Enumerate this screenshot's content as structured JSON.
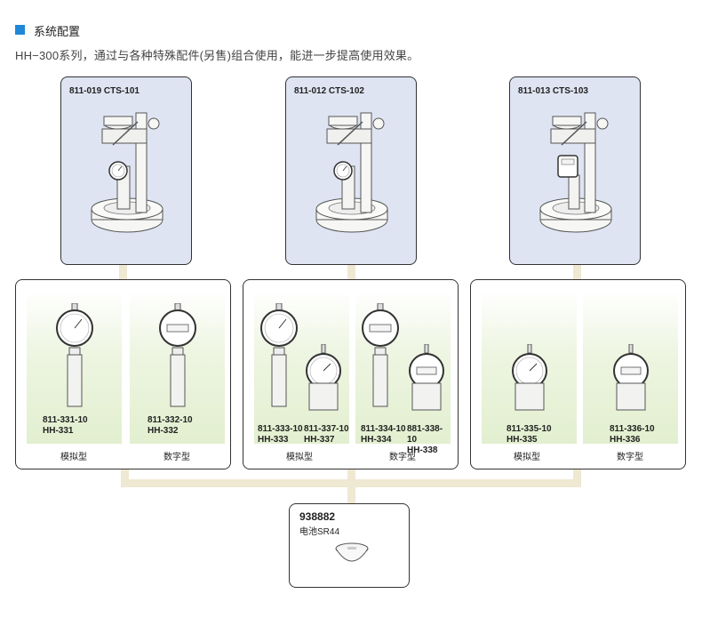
{
  "header": {
    "title": "系统配置",
    "description": "HH−300系列，通过与各种特殊配件(另售)组合使用，能进一步提高使用效果。",
    "accent_color": "#1e88d6"
  },
  "stands": [
    {
      "label": "811-019  CTS-101"
    },
    {
      "label": "811-012  CTS-102"
    },
    {
      "label": "811-013  CTS-103"
    }
  ],
  "groups": [
    {
      "left": {
        "codes": [
          {
            "code": "811-331-10",
            "model": "HH-331"
          }
        ],
        "type": "模拟型"
      },
      "right": {
        "codes": [
          {
            "code": "811-332-10",
            "model": "HH-332"
          }
        ],
        "type": "数字型"
      }
    },
    {
      "left": {
        "codes": [
          {
            "code": "811-333-10",
            "model": "HH-333"
          },
          {
            "code": "811-337-10",
            "model": "HH-337"
          }
        ],
        "type": "模拟型"
      },
      "right": {
        "codes": [
          {
            "code": "811-334-10",
            "model": "HH-334"
          },
          {
            "code": "881-338-10",
            "model": "HH-338"
          }
        ],
        "type": "数字型"
      }
    },
    {
      "left": {
        "codes": [
          {
            "code": "811-335-10",
            "model": "HH-335"
          }
        ],
        "type": "模拟型"
      },
      "right": {
        "codes": [
          {
            "code": "811-336-10",
            "model": "HH-336"
          }
        ],
        "type": "数字型"
      }
    }
  ],
  "battery": {
    "code": "938882",
    "name": "电池SR44"
  },
  "colors": {
    "stand_bg": "#dfe4f2",
    "panel_green": "#e2efcf",
    "connector": "#efe8d2"
  }
}
